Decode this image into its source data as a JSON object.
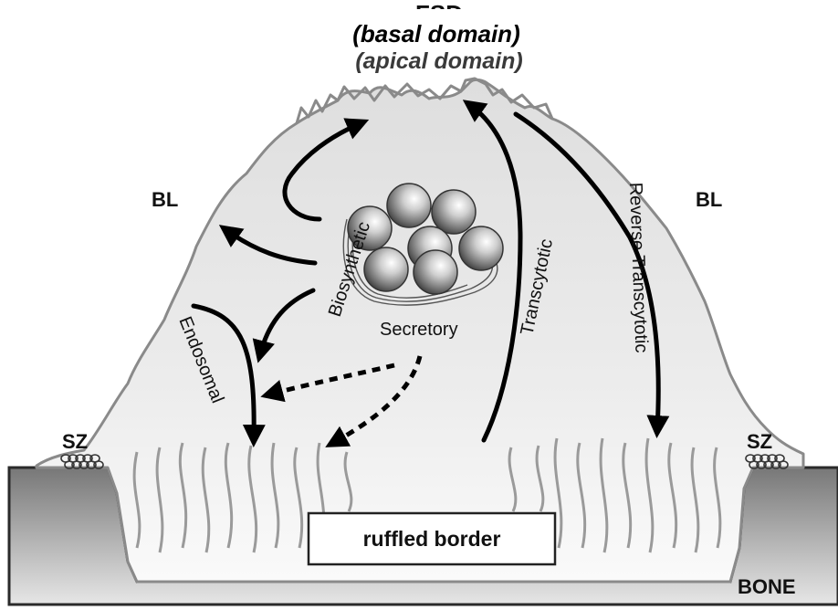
{
  "header": {
    "top_label_partial": "FSD",
    "overlay_label": "(basal domain)",
    "underlay_label": "(apical domain)"
  },
  "labels": {
    "bl_left": "BL",
    "bl_right": "BL",
    "sz_left": "SZ",
    "sz_right": "SZ",
    "bone": "BONE",
    "ruffled_border": "ruffled border"
  },
  "pathways": {
    "biosynthetic": "Biosynthetic",
    "secretory": "Secretory",
    "endosomal": "Endosomal",
    "transcytotic": "Transcytotic",
    "reverse_transcytotic": "Reverse Transcytotic"
  },
  "colors": {
    "cell_outline": "#8a8a8a",
    "bone_dark": "#6e6e6e",
    "bone_light": "#d9d9d9",
    "arrow": "#000000",
    "overlay_text": "#000000",
    "underlay_text": "#3a3a3a"
  },
  "icons": {
    "vesicle": "sphere-vesicle-icon",
    "sealing_zone": "sealing-zone-coil-icon"
  }
}
